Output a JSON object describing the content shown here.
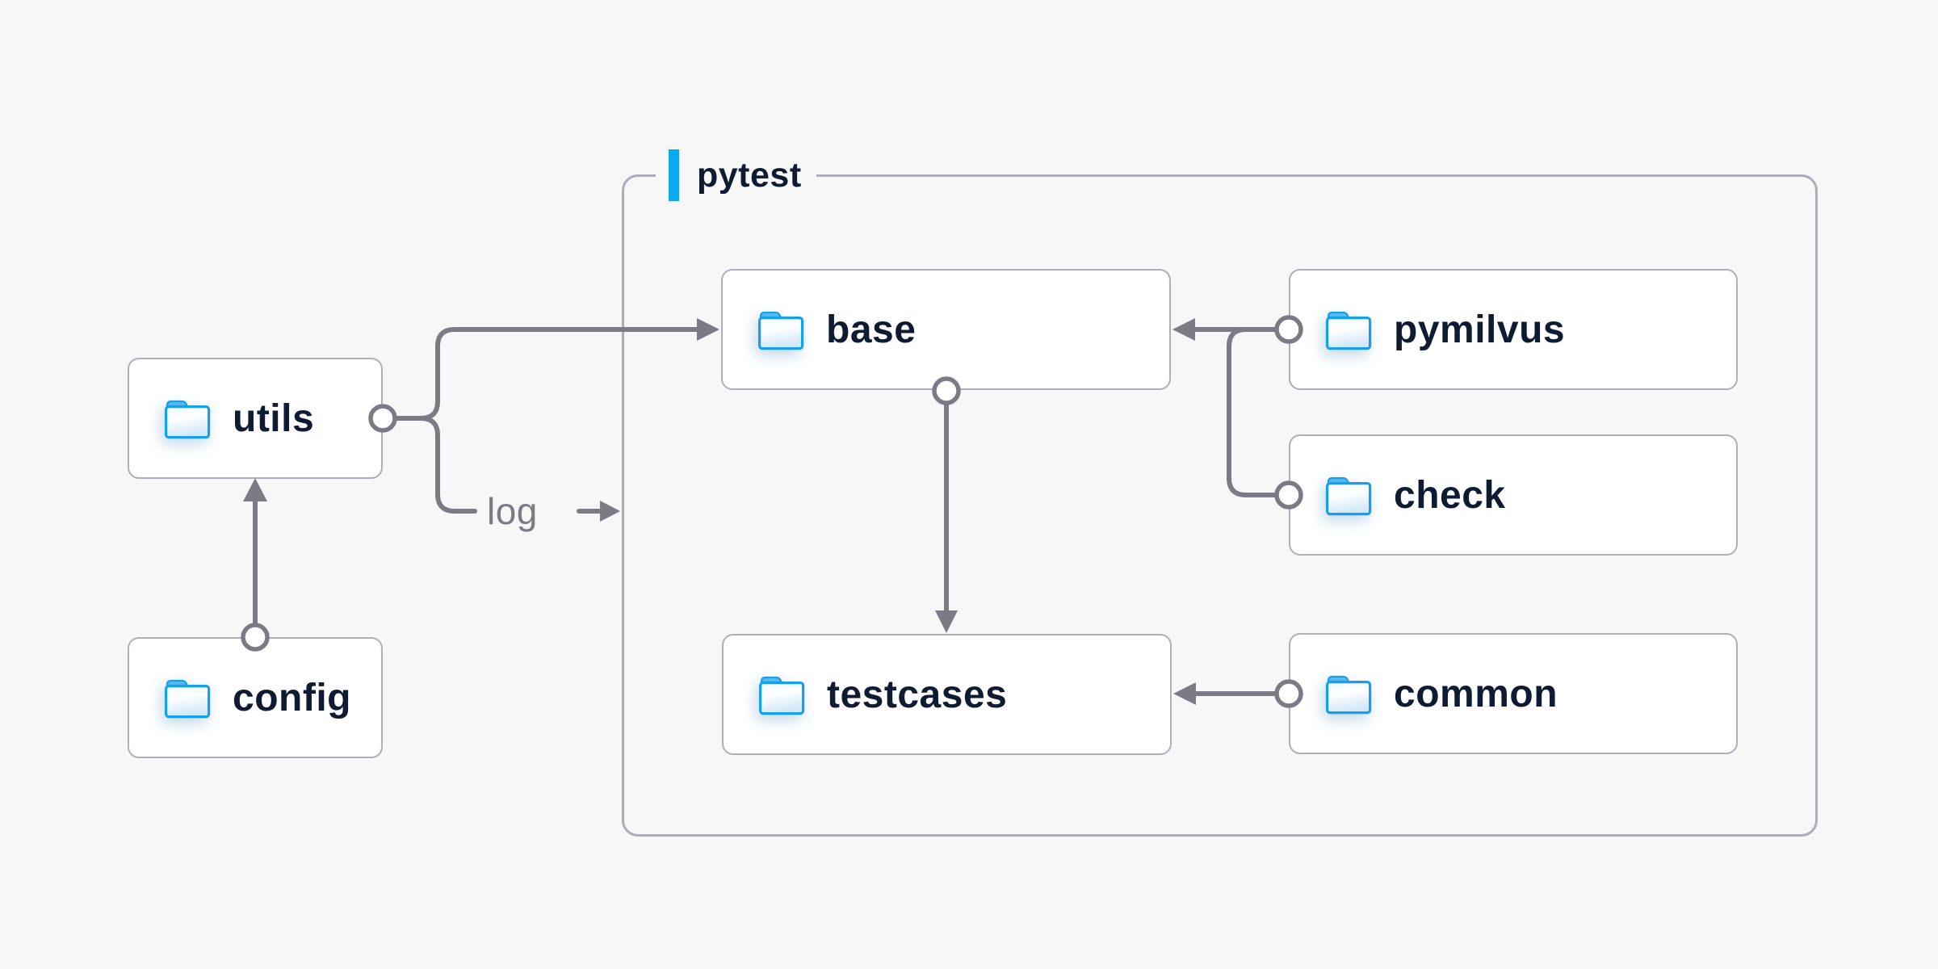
{
  "canvas": {
    "background": "#F7F7F8"
  },
  "group": {
    "label": "pytest",
    "accent_color": "#0DA9F0",
    "border_color": "#ADADBA"
  },
  "nodes": {
    "utils": {
      "label": "utils",
      "icon": "folder-icon"
    },
    "config": {
      "label": "config",
      "icon": "folder-icon"
    },
    "base": {
      "label": "base",
      "icon": "folder-icon"
    },
    "pymilvus": {
      "label": "pymilvus",
      "icon": "folder-icon"
    },
    "check": {
      "label": "check",
      "icon": "folder-icon"
    },
    "testcases": {
      "label": "testcases",
      "icon": "folder-icon"
    },
    "common": {
      "label": "common",
      "icon": "folder-icon"
    }
  },
  "edges": [
    {
      "from": "config",
      "to": "utils",
      "marker": "circle-to-arrow"
    },
    {
      "from": "utils",
      "to": "base",
      "marker": "circle-to-arrow"
    },
    {
      "from": "utils",
      "to": "log",
      "marker": "circle-to-arrow",
      "label": "log"
    },
    {
      "from": "base",
      "to": "testcases",
      "marker": "circle-to-arrow"
    },
    {
      "from": "pymilvus",
      "to": "base",
      "marker": "circle-to-arrow"
    },
    {
      "from": "check",
      "to": "base",
      "marker": "circle-to-arrow"
    },
    {
      "from": "common",
      "to": "testcases",
      "marker": "circle-to-arrow"
    }
  ],
  "edge_labels": {
    "log": "log"
  },
  "colors": {
    "node_background": "#FFFFFF",
    "node_border": "#AFAFBC",
    "node_text": "#0F1B33",
    "connector": "#7B7B86",
    "folder_stroke": "#189FEA",
    "folder_tab": "#2EA6E9",
    "folder_fill": "#D2E8F8"
  }
}
